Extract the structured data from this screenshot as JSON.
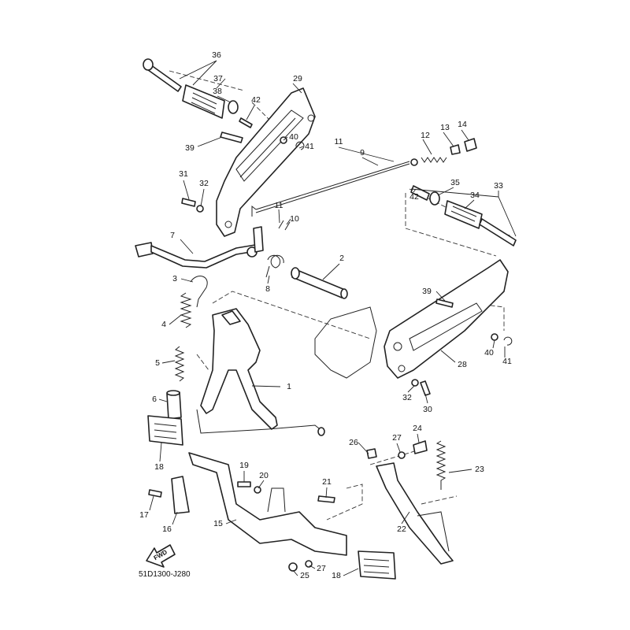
{
  "diagram": {
    "title_code": "51D1300-J280",
    "fwd_label": "FWD",
    "callouts": [
      "36",
      "37",
      "29",
      "38",
      "42",
      "39",
      "40",
      "41",
      "11",
      "12",
      "13",
      "14",
      "9",
      "31",
      "32",
      "42",
      "35",
      "34",
      "33",
      "11",
      "10",
      "7",
      "2",
      "3",
      "8",
      "39",
      "4",
      "5",
      "1",
      "28",
      "40",
      "41",
      "32",
      "30",
      "6",
      "26",
      "27",
      "24",
      "18",
      "19",
      "20",
      "23",
      "17",
      "16",
      "15",
      "21",
      "22",
      "27",
      "25",
      "18"
    ]
  }
}
